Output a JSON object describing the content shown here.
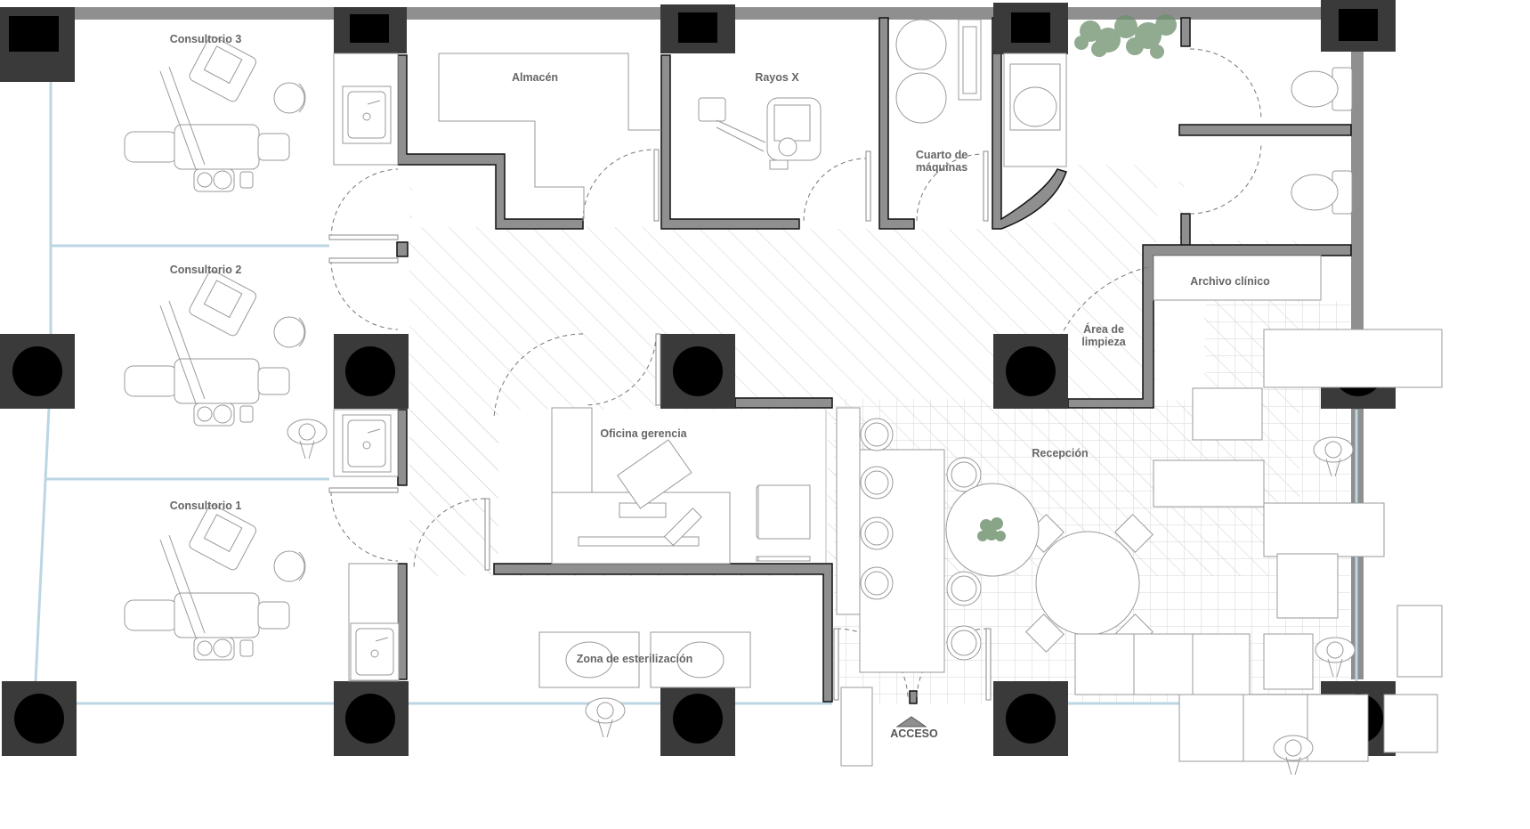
{
  "rooms": {
    "consultorio3": "Consultorio 3",
    "consultorio2": "Consultorio 2",
    "consultorio1": "Consultorio 1",
    "almacen": "Almacén",
    "rayos_x": "Rayos X",
    "cuarto_maquinas_1": "Cuarto de",
    "cuarto_maquinas_2": "máquinas",
    "archivo_clinico": "Archivo clínico",
    "area_limpieza_1": "Área de",
    "area_limpieza_2": "limpieza",
    "oficina_gerencia": "Oficina gerencia",
    "recepcion": "Recepción",
    "zona_esterilizacion": "Zona de esterilización"
  },
  "entrance": {
    "label": "ACCESO"
  },
  "colors": {
    "wall_fill": "#8f8f8f",
    "wall_outline": "#111111",
    "column": "#3a3a3a",
    "column_core": "#000000",
    "glazing": "#bcd6e4",
    "fixture_line": "#9a9a9a",
    "hatch": "#cfcfcf",
    "tile_grid": "#d4d4d4",
    "plant": "#6b8f6b"
  },
  "icons": [
    "dental-chair-icon",
    "sink-icon",
    "toilet-icon",
    "person-icon",
    "plant-icon",
    "xray-machine-icon",
    "column-icon",
    "door-swing-icon"
  ]
}
